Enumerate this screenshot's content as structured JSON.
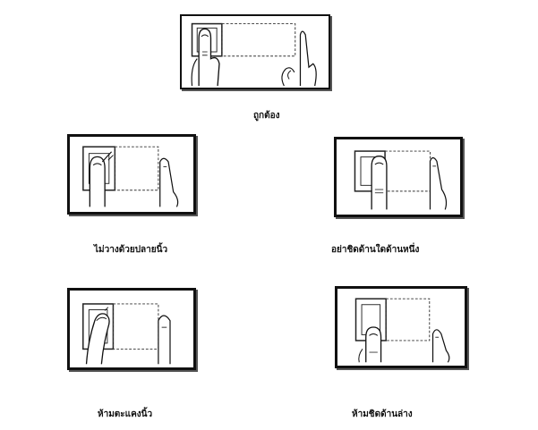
{
  "illustrations": [
    {
      "caption": "ถูกต้อง",
      "variant": "correct"
    },
    {
      "caption": "ไม่วางด้วยปลายนิ้ว",
      "variant": "fingertip"
    },
    {
      "caption": "อย่าชิดด้านใดด้านหนึ่ง",
      "variant": "side"
    },
    {
      "caption": "ห้ามตะแคงนิ้ว",
      "variant": "tilted"
    },
    {
      "caption": "ห้ามชิดด้านล่าง",
      "variant": "bottom"
    }
  ]
}
